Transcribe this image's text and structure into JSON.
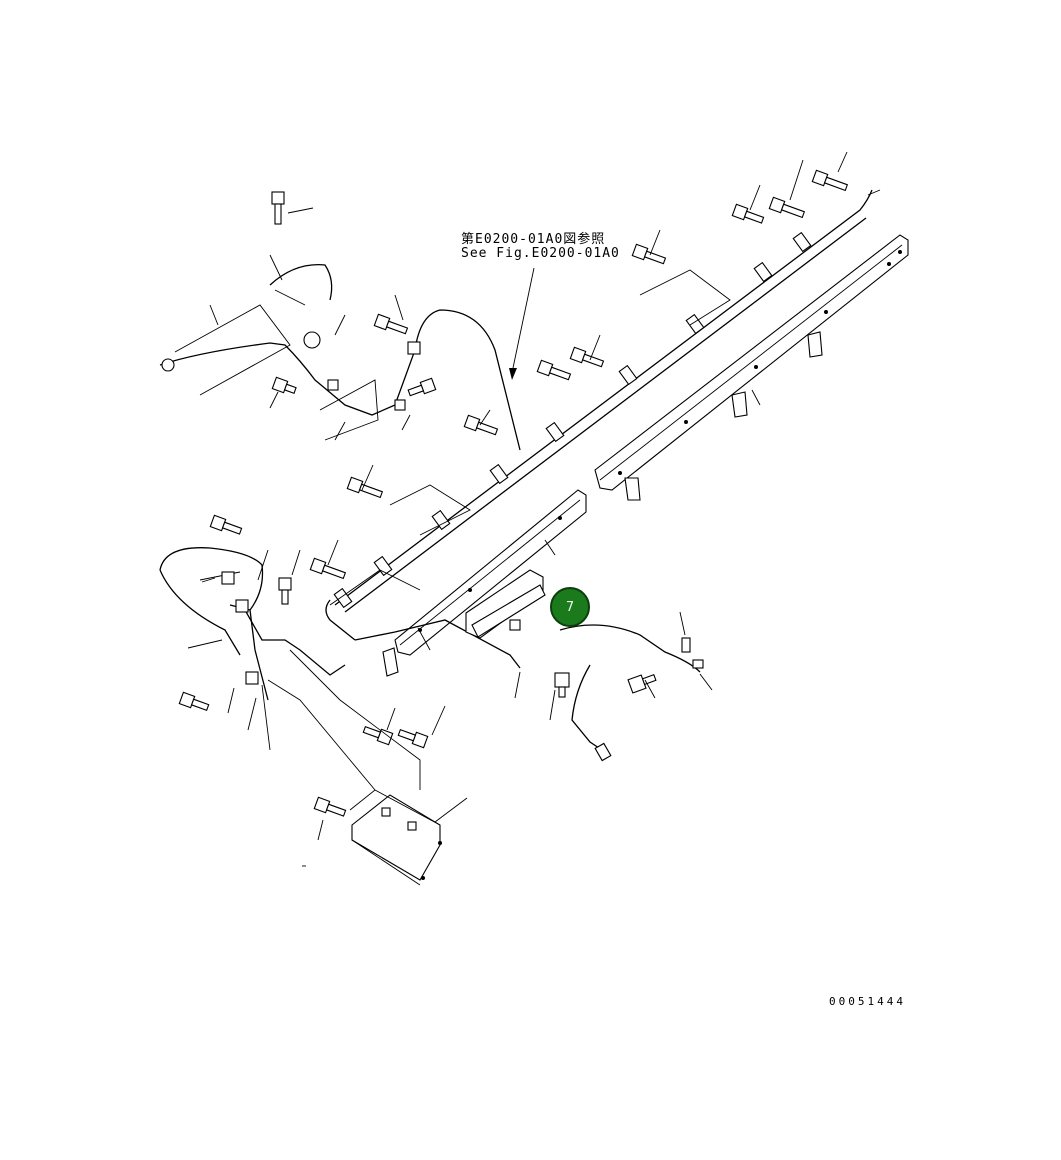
{
  "figure": {
    "reference_note_jp": "第E0200-01A0図参照",
    "reference_note_en": "See Fig.E0200-01A0",
    "drawing_number": "00051444"
  },
  "callouts": [
    {
      "label": "7",
      "color": "#1b7a1b"
    }
  ]
}
